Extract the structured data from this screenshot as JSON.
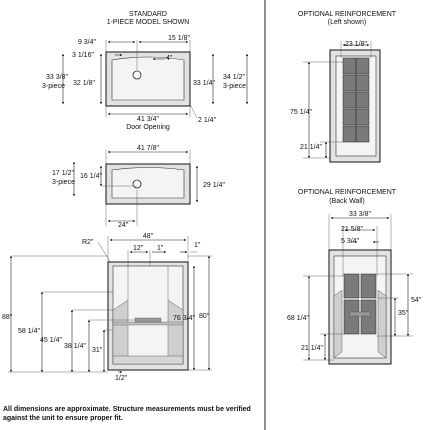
{
  "header": {
    "left_title": "STANDARD",
    "left_subtitle": "1-PIECE MODEL SHOWN",
    "reinf1_title": "OPTIONAL REINFORCEMENT",
    "reinf1_subtitle": "(Left shown)",
    "reinf2_title": "OPTIONAL REINFORCEMENT",
    "reinf2_subtitle": "(Back Wall)"
  },
  "top_view": {
    "dim_9_34": "9 3/4\"",
    "dim_15_18": "15 1/8\"",
    "dim_3_18": "3 1/16\"",
    "dim_4": "4\"",
    "dim_33_38": "33 3/8\"",
    "label_3piece_left": "3-piece",
    "dim_32_18": "32 1/8\"",
    "dim_33_14": "33 1/4\"",
    "dim_34_12": "34 1/2\"",
    "label_3piece_right": "3-piece",
    "dim_41_34": "41 3/4\"",
    "door_opening": "Door Opening",
    "dim_2_14": "2 1/4\""
  },
  "mid_view": {
    "dim_41_78": "41 7/8\"",
    "dim_17_12": "17 1/2\"",
    "label_3piece": "3-piece",
    "dim_16_14": "16 1/4\"",
    "dim_29_14": "29 1/4\"",
    "dim_24": "24\""
  },
  "front_view": {
    "r2": "R2\"",
    "dim_48": "48\"",
    "dim_12": "12\"",
    "dim_1a": "1\"",
    "dim_1b": "1\"",
    "dim_88": "88\"",
    "dim_58_14": "58 1/4\"",
    "dim_45_14": "45 1/4\"",
    "dim_38_14": "38 1/4\"",
    "dim_31": "31\"",
    "dim_76_34": "76 3/4\"",
    "dim_80": "80\"",
    "dim_half": "1/2\""
  },
  "reinf_left": {
    "dim_23_18": "23 1/8\"",
    "dim_75_14": "75 1/4\"",
    "dim_21_14": "21 1/4\""
  },
  "reinf_back": {
    "dim_33_38": "33 3/8\"",
    "dim_21_58": "21 5/8\"",
    "dim_5_34": "5 3/4\"",
    "dim_54": "54\"",
    "dim_35": "35\"",
    "dim_68_14": "68 1/4\"",
    "dim_21_14": "21 1/4\""
  },
  "footnote": "All dimensions are approximate. Structure measurements must be verified against the unit to ensure proper fit."
}
